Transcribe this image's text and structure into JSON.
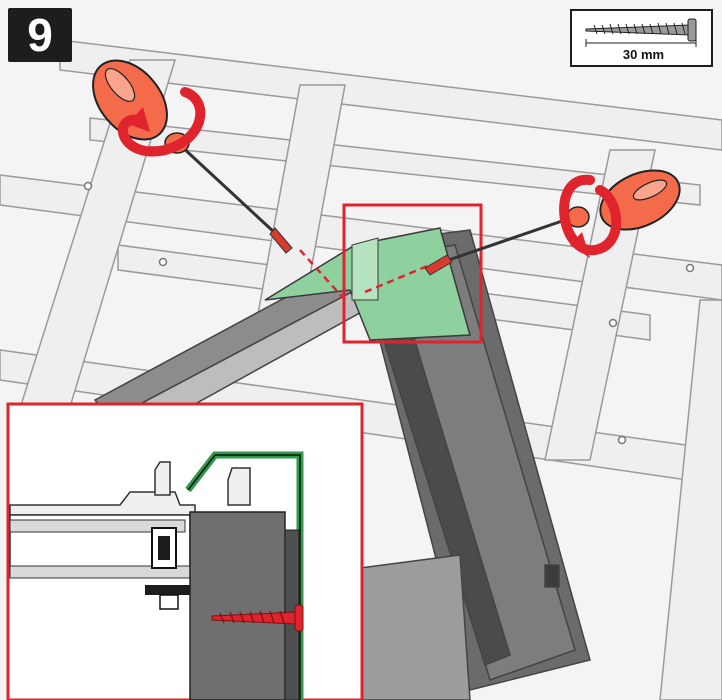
{
  "step": {
    "number": "9"
  },
  "legend": {
    "screw_length": "30 mm",
    "icon": "screw-icon"
  },
  "colors": {
    "accent_red": "#e0242e",
    "tool_handle": "#f36b4a",
    "highlight_green": "#8fd19e",
    "gasket_green": "#2f9a4b",
    "frame_grey": "#6f6f6f",
    "beam_light": "#ededed"
  },
  "scene": {
    "action": "screwdriver-rotate",
    "detail_inset": true
  }
}
